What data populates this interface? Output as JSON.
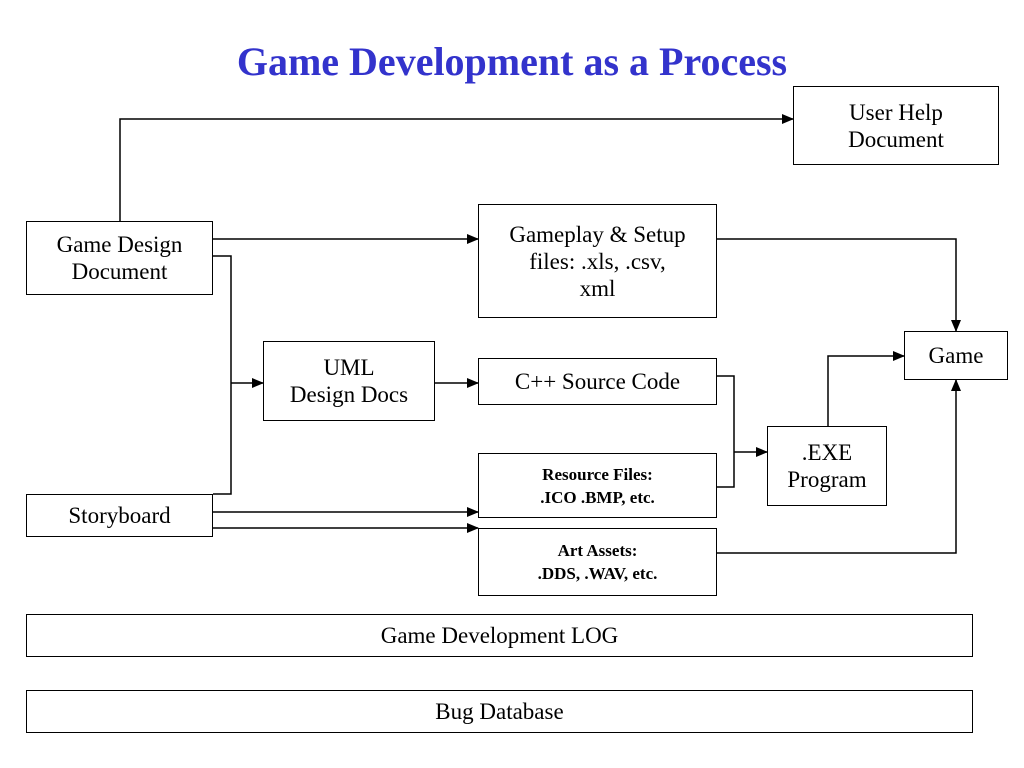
{
  "title": "Game Development as a Process",
  "nodes": {
    "user_help": "User Help\nDocument",
    "game_design": "Game Design\nDocument",
    "gameplay_setup": "Gameplay & Setup\nfiles: .xls, .csv,\nxml",
    "game": "Game",
    "uml": "UML\nDesign Docs",
    "cpp_source": "C++ Source Code",
    "exe": ".EXE\nProgram",
    "resource_files": "Resource Files:\n.ICO .BMP, etc.",
    "storyboard": "Storyboard",
    "art_assets": "Art Assets:\n.DDS, .WAV, etc.",
    "dev_log": "Game Development LOG",
    "bug_db": "Bug Database"
  }
}
